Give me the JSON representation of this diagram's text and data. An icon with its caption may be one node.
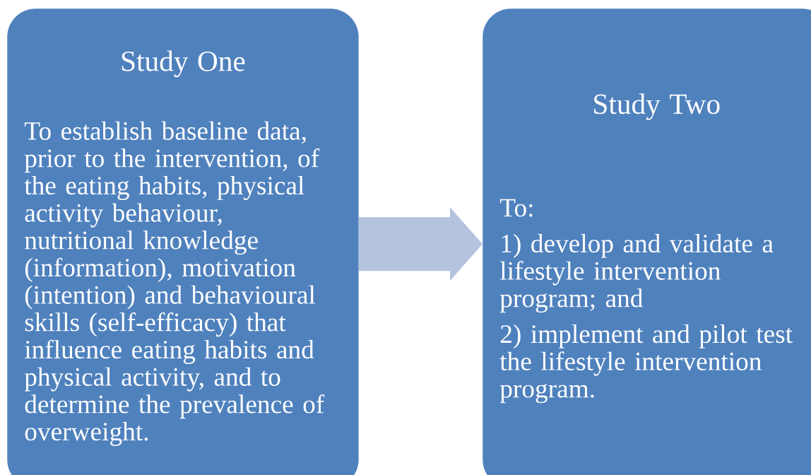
{
  "diagram": {
    "nodes": [
      {
        "text": [
          "Study One",
          "To establish baseline data, prior to the intervention, of the eating habits, physical activity behaviour, nutritional knowledge (information), motivation (intention) and behavioural skills (self-efficacy) that influence eating habits and physical activity, and to determine the prevalence of overweight."
        ]
      },
      {
        "text": [
          "Study Two",
          "To:",
          "1) develop and validate a lifestyle intervention program; and",
          "2) implement and pilot test the lifestyle intervention program."
        ]
      }
    ],
    "edges": [
      {
        "from": 0,
        "to": 1,
        "arrow": "to"
      }
    ]
  }
}
